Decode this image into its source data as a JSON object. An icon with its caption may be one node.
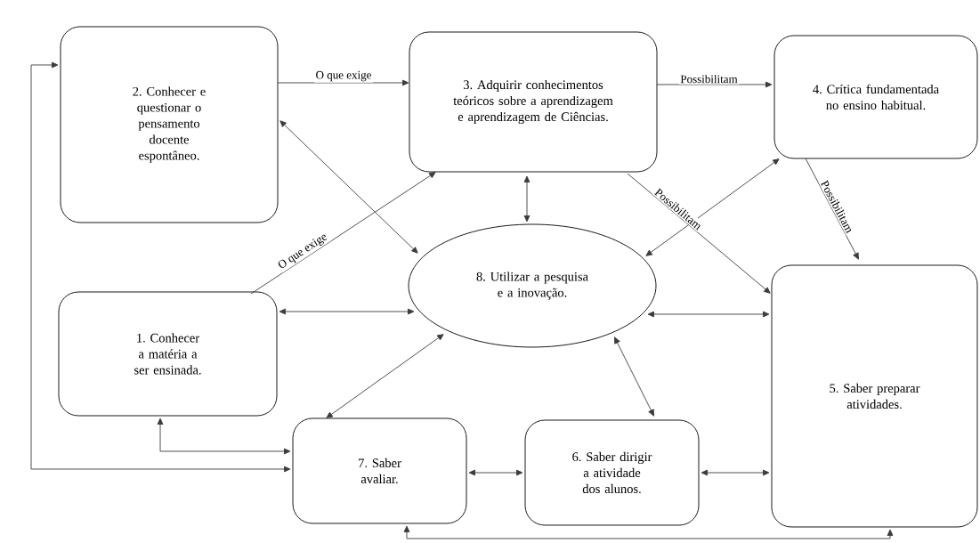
{
  "diagram": {
    "nodes": [
      {
        "text": [
          "2. Conhecer e questionar o pensamento docente espontâneo."
        ]
      },
      {
        "text": [
          "3. Adquirir conhecimentos teóricos sobre a aprendizagem e aprendizagem de Ciências."
        ]
      },
      {
        "text": [
          "4. Crítica fundamentada no ensino habitual."
        ]
      },
      {
        "text": [
          "8. Utilizar a pesquisa e a inovação."
        ]
      },
      {
        "text": [
          "1. Conhecer a matéria a ser ensinada."
        ]
      },
      {
        "text": [
          "5. Saber preparar atividades."
        ]
      },
      {
        "text": [
          "7. Saber avaliar."
        ]
      },
      {
        "text": [
          "6. Saber dirigir a atividade dos alunos."
        ]
      }
    ],
    "edges": [
      {
        "from": 0,
        "to": 1,
        "arrow": "to",
        "label": "O que exige"
      },
      {
        "from": 4,
        "to": 1,
        "arrow": "to",
        "label": "O que exige"
      },
      {
        "from": 0,
        "to": 3,
        "arrow": "both"
      },
      {
        "from": 1,
        "to": 3,
        "arrow": "both"
      },
      {
        "from": 1,
        "to": 2,
        "arrow": "to",
        "label": "Possibilitam"
      },
      {
        "from": 1,
        "to": 5,
        "arrow": "to",
        "label": "Possibilitam"
      },
      {
        "from": 2,
        "to": 3,
        "arrow": "both"
      },
      {
        "from": 2,
        "to": 5,
        "arrow": "to",
        "label": "Possibilitam"
      },
      {
        "from": 4,
        "to": 3,
        "arrow": "both"
      },
      {
        "from": 3,
        "to": 5,
        "arrow": "both"
      },
      {
        "from": 6,
        "to": 3,
        "arrow": "both"
      },
      {
        "from": 3,
        "to": 7,
        "arrow": "both"
      },
      {
        "from": 4,
        "to": 6,
        "arrow": "both"
      },
      {
        "from": 0,
        "to": 6,
        "arrow": "both"
      },
      {
        "from": 6,
        "to": 7,
        "arrow": "both"
      },
      {
        "from": 7,
        "to": 5,
        "arrow": "both"
      },
      {
        "from": 6,
        "to": 5,
        "arrow": "both"
      }
    ]
  }
}
